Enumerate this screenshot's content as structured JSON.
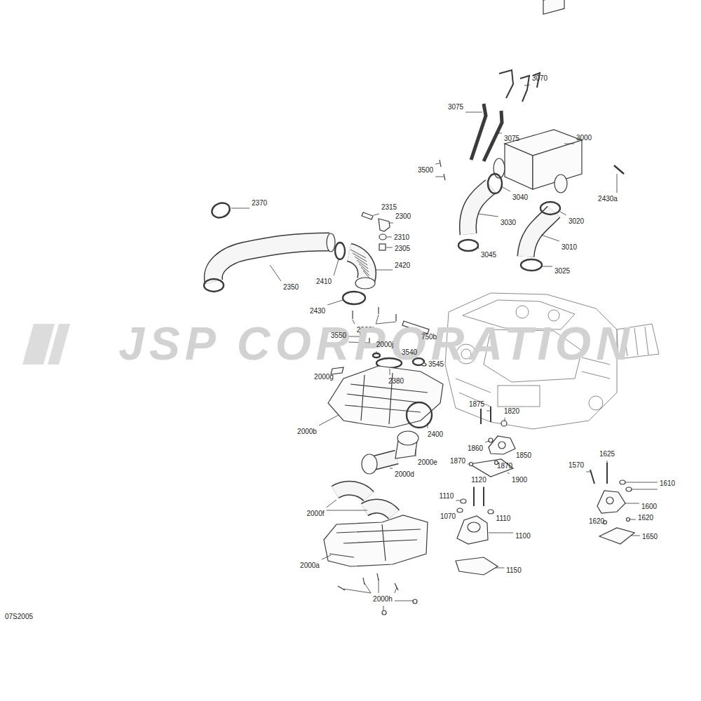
{
  "diagram": {
    "labels": [
      "3070",
      "3075",
      "3075",
      "3000",
      "3500",
      "2430a",
      "3040",
      "2370",
      "2315",
      "2300",
      "3020",
      "3030",
      "2310",
      "3010",
      "2305",
      "3045",
      "2420",
      "3025",
      "2410",
      "2350",
      "2430",
      "2000i",
      "JSP CORPORATION",
      "750b",
      "3550",
      "2000j",
      "3540",
      "3545",
      "2000g",
      "2380",
      "1875",
      "1820",
      "2400",
      "2000b",
      "1860",
      "1850",
      "1625",
      "2000e",
      "1870",
      "1870",
      "1570",
      "1610",
      "1900",
      "1120",
      "2000d",
      "1110",
      "1600",
      "1070",
      "1110",
      "2000f",
      "1620",
      "1620",
      "1100",
      "1650",
      "2000a",
      "1150",
      "2000h",
      "07S2005"
    ]
  }
}
